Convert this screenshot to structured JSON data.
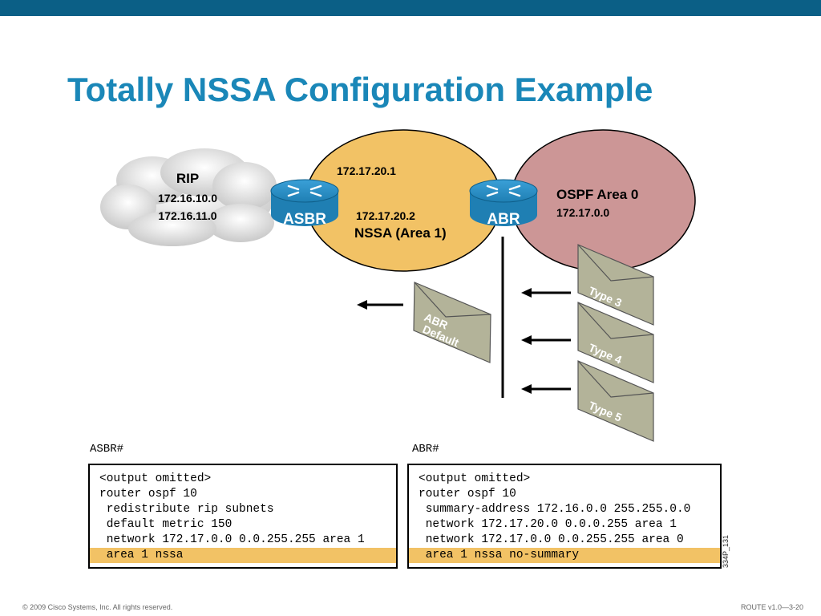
{
  "title": "Totally NSSA Configuration Example",
  "colors": {
    "topbar": "#0b5f86",
    "title": "#1a87b8",
    "nssa": "#f2c265",
    "area0": "#cc9696",
    "router": "#1f7fb3",
    "envelope_gray": "#b3b399",
    "highlight": "#f2c265"
  },
  "diagram": {
    "rip_cloud": {
      "label": "RIP",
      "net1": "172.16.10.0",
      "net2": "172.16.11.0"
    },
    "asbr": {
      "label": "ASBR",
      "icon": "router-icon"
    },
    "abr": {
      "label": "ABR",
      "icon": "router-icon"
    },
    "nssa": {
      "ip_top": "172.17.20.1",
      "ip_bottom": "172.17.20.2",
      "label": "NSSA (Area 1)"
    },
    "area0": {
      "label": "OSPF Area 0",
      "net": "172.17.0.0"
    },
    "lsa_default": {
      "line1": "ABR",
      "line2": "Default",
      "icon": "envelope-icon"
    },
    "lsa_types": [
      {
        "label": "Type 3",
        "icon": "envelope-icon"
      },
      {
        "label": "Type 4",
        "icon": "envelope-icon"
      },
      {
        "label": "Type 5",
        "icon": "envelope-icon"
      }
    ]
  },
  "asbr_config": {
    "prompt": "ASBR#",
    "lines": [
      {
        "text": "<output omitted>",
        "highlight": false
      },
      {
        "text": "router ospf 10",
        "highlight": false
      },
      {
        "text": " redistribute rip subnets",
        "highlight": false
      },
      {
        "text": " default metric 150",
        "highlight": false
      },
      {
        "text": " network 172.17.0.0 0.0.255.255 area 1",
        "highlight": false
      },
      {
        "text": " area 1 nssa",
        "highlight": true
      }
    ]
  },
  "abr_config": {
    "prompt": "ABR#",
    "lines": [
      {
        "text": "<output omitted>",
        "highlight": false
      },
      {
        "text": "router ospf 10",
        "highlight": false
      },
      {
        "text": " summary-address 172.16.0.0 255.255.0.0",
        "highlight": false
      },
      {
        "text": " network 172.17.20.0 0.0.0.255 area 1",
        "highlight": false
      },
      {
        "text": " network 172.17.0.0 0.0.255.255 area 0",
        "highlight": false
      },
      {
        "text": " area 1 nssa no-summary",
        "highlight": true
      }
    ]
  },
  "side_code": "334P_131",
  "footer": {
    "copyright": "© 2009 Cisco Systems, Inc. All rights reserved.",
    "course": "ROUTE v1.0—3-20"
  }
}
